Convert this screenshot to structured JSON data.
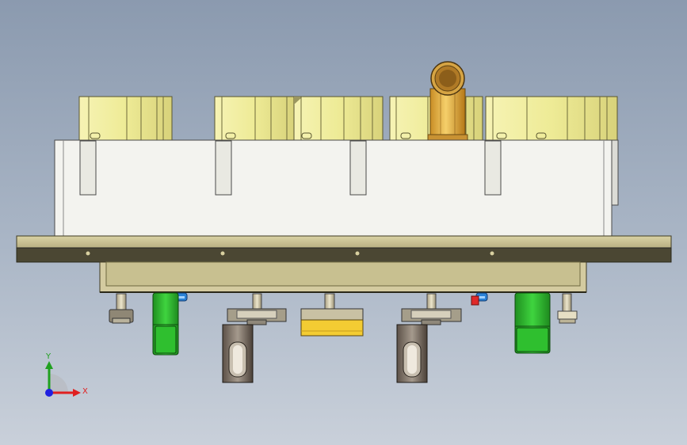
{
  "viewport": {
    "background_top": "#8b9aaf",
    "background_bottom": "#c9d0da"
  },
  "model": {
    "plate_color": "#c8c090",
    "block_color": "#f2f2ee",
    "cylinder_color": "#eeeb96",
    "green_part_color": "#2fb82f",
    "yellow_part_color": "#f3cc33",
    "pipe_color": "#e8b74a",
    "icons": [
      "fixture-assembly-model"
    ]
  },
  "triad": {
    "x_label": "X",
    "y_label": "Y",
    "x_color": "#e02020",
    "y_color": "#20a020",
    "z_color": "#2020e0",
    "icon": "coordinate-triad-icon"
  }
}
